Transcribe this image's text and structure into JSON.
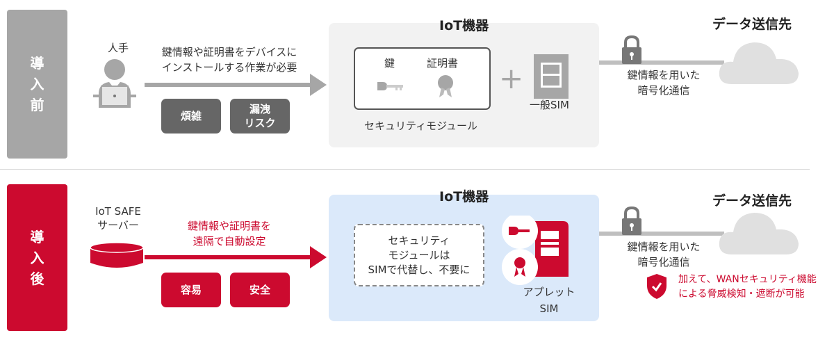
{
  "before": {
    "label": [
      "導",
      "入",
      "前"
    ],
    "actor": "人手",
    "arrow_text": [
      "鍵情報や証明書をデバイスに",
      "インストールする作業が必要"
    ],
    "tags": [
      [
        "煩雑"
      ],
      [
        "漏洩",
        "リスク"
      ]
    ],
    "iot_title": "IoT機器",
    "module_items": [
      "鍵",
      "証明書"
    ],
    "module_label": "セキュリティモジュール",
    "plus": "+",
    "sim_label": "一般SIM",
    "link_text": [
      "鍵情報を用いた",
      "暗号化通信"
    ],
    "dest_title": "データ送信先"
  },
  "after": {
    "label": [
      "導",
      "入",
      "後"
    ],
    "actor": [
      "IoT SAFE",
      "サーバー"
    ],
    "arrow_text": [
      "鍵情報や証明書を",
      "遠隔で自動設定"
    ],
    "tags": [
      "容易",
      "安全"
    ],
    "iot_title": "IoT機器",
    "module_note": [
      "セキュリティ",
      "モジュールは",
      "SIMで代替し、不要に"
    ],
    "sim_label": [
      "アプレット",
      "SIM"
    ],
    "link_text": [
      "鍵情報を用いた",
      "暗号化通信"
    ],
    "dest_title": "データ送信先",
    "security_note": [
      "加えて、WANセキュリティ機能",
      "による脅威検知・遮断が可能"
    ]
  },
  "colors": {
    "red": "#cc0a2f",
    "gray": "#a6a6a6",
    "dark": "#666666",
    "blue_bg": "#dbe9fa",
    "gray_bg": "#f2f2f2"
  }
}
